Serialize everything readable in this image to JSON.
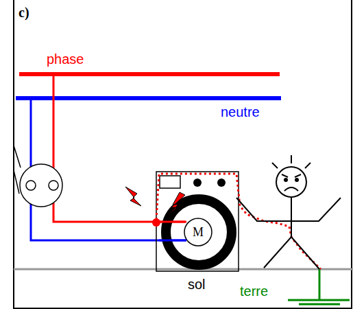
{
  "diagram": {
    "nodes": [
      {
        "text": [
          "M"
        ]
      }
    ],
    "labels": [
      "c)",
      "phase",
      "neutre",
      "sol",
      "terre"
    ]
  }
}
